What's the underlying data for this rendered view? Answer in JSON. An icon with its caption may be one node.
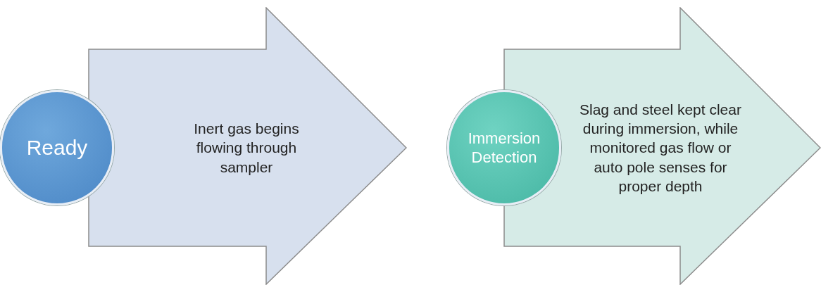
{
  "diagram": {
    "nodes": [
      {
        "text": [
          "Ready"
        ]
      },
      {
        "text": [
          "Inert gas begins flowing through sampler"
        ]
      },
      {
        "text": [
          "Immersion Detection"
        ]
      },
      {
        "text": [
          "Slag and steel kept clear during immersion, while monitored gas flow or auto pole senses for proper depth"
        ]
      }
    ]
  }
}
